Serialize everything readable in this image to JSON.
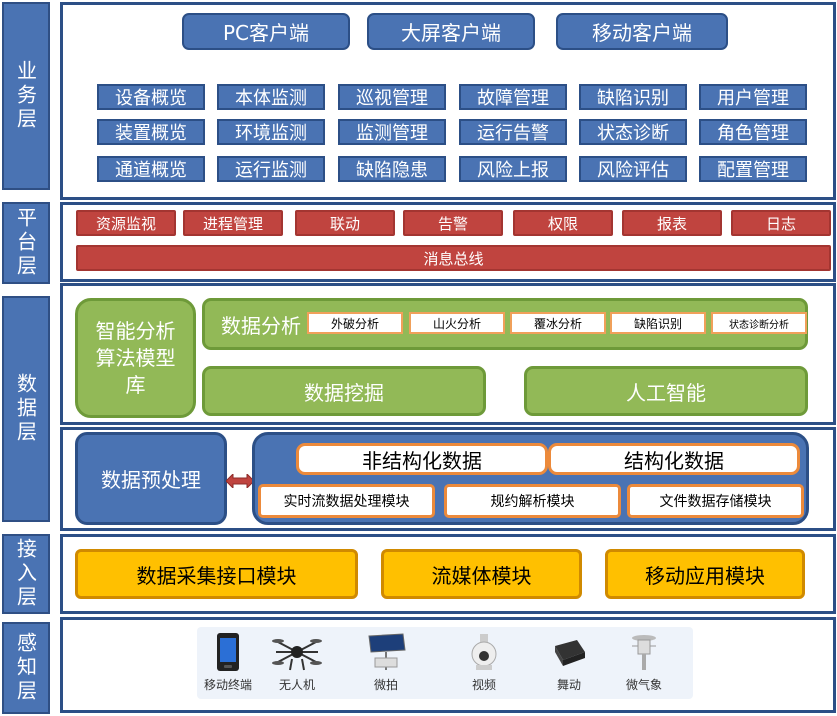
{
  "layers": {
    "business": "业务层",
    "platform": "平台层",
    "data": "数据层",
    "access": "接入层",
    "perception": "感知层"
  },
  "clients": [
    "PC客户端",
    "大屏客户端",
    "移动客户端"
  ],
  "business_modules": [
    [
      "设备概览",
      "本体监测",
      "巡视管理",
      "故障管理",
      "缺陷识别",
      "用户管理"
    ],
    [
      "装置概览",
      "环境监测",
      "监测管理",
      "运行告警",
      "状态诊断",
      "角色管理"
    ],
    [
      "通道概览",
      "运行监测",
      "缺陷隐患",
      "风险上报",
      "风险评估",
      "配置管理"
    ]
  ],
  "platform_modules": [
    "资源监视",
    "进程管理",
    "联动",
    "告警",
    "权限",
    "报表",
    "日志"
  ],
  "message_bus": "消息总线",
  "algorithm_library": "智能分析算法模型库",
  "data_analysis": {
    "label": "数据分析",
    "items": [
      "外破分析",
      "山火分析",
      "覆冰分析",
      "缺陷识别",
      "状态诊断分析"
    ]
  },
  "data_mining": "数据挖掘",
  "ai": "人工智能",
  "preprocess": "数据预处理",
  "unstructured": "非结构化数据",
  "structured": "结构化数据",
  "processing_modules": [
    "实时流数据处理模块",
    "规约解析模块",
    "文件数据存储模块"
  ],
  "access_modules": [
    "数据采集接口模块",
    "流媒体模块",
    "移动应用模块"
  ],
  "devices": [
    "移动终端",
    "无人机",
    "微拍",
    "视频",
    "舞动",
    "微气象"
  ],
  "colors": {
    "blue": "#4a73b3",
    "navy": "#2c4f86",
    "red": "#c0443f",
    "green": "#92b957",
    "orange": "#ec8a3b",
    "yellow": "#ffc000"
  }
}
